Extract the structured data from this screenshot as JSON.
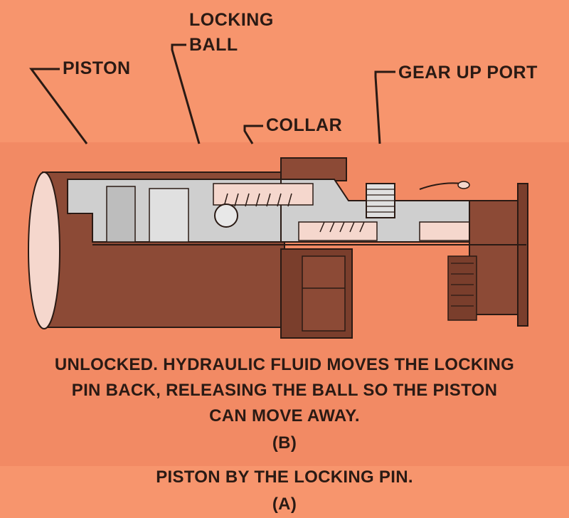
{
  "colors": {
    "background": "#f7956d",
    "inner_panel": "#f28a64",
    "body_brown": "#8c4a36",
    "metal_gray": "#cfcfcf",
    "fluid_pink": "#f5d7cd",
    "outline": "#2a1a14"
  },
  "callouts": {
    "piston": "PISTON",
    "locking_line1": "LOCKING",
    "locking_line2": "BALL",
    "collar": "COLLAR",
    "gear_up_port": "GEAR UP PORT"
  },
  "caption_b": {
    "line1": "UNLOCKED. HYDRAULIC FLUID MOVES THE LOCKING",
    "line2": "PIN BACK, RELEASING THE BALL SO THE PISTON",
    "line3": "CAN MOVE AWAY.",
    "label": "(B)"
  },
  "caption_a": {
    "line1": "PISTON BY THE LOCKING PIN.",
    "label": "(A)"
  }
}
